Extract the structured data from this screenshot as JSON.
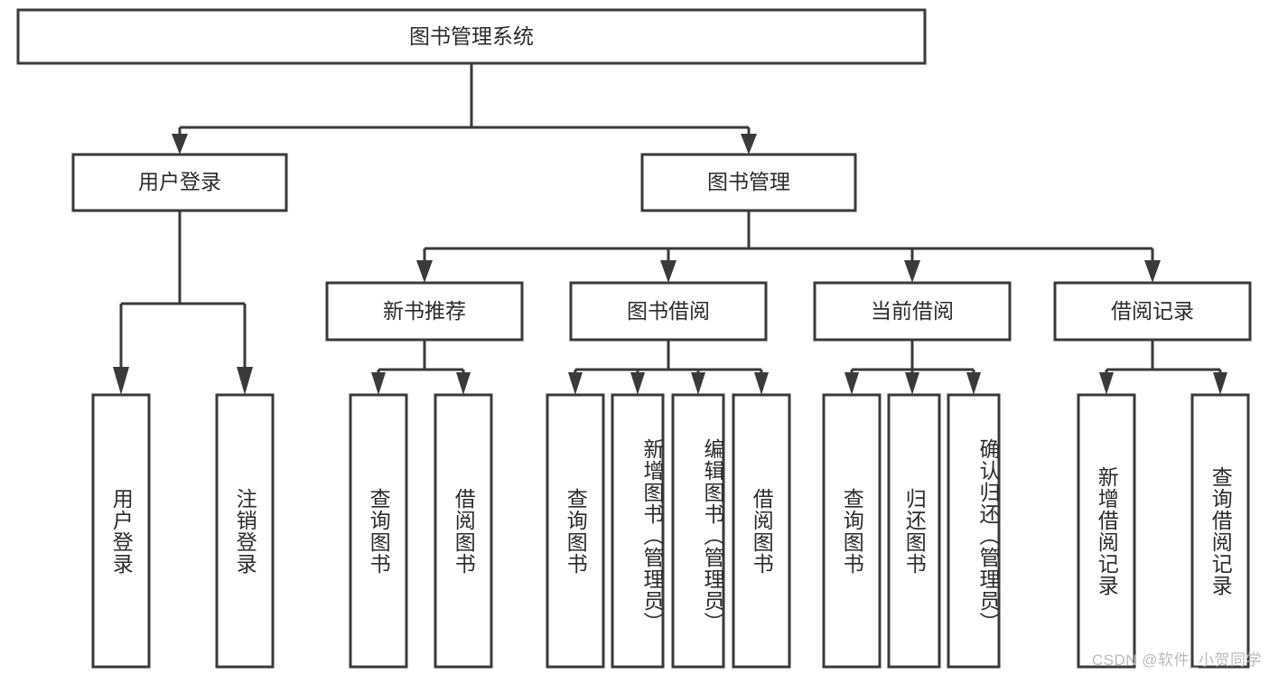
{
  "diagram": {
    "type": "tree-hierarchy",
    "title": "图书管理系统",
    "watermark": "CSDN @软件_小贺同学",
    "colors": {
      "stroke": "#3a3a3a",
      "fill": "#ffffff",
      "text": "#2b2b2b",
      "watermark": "#b9b9b9",
      "background": "#ffffff"
    },
    "levels": {
      "root": {
        "label": "图书管理系统"
      },
      "level2": [
        {
          "id": "user-login",
          "label": "用户登录"
        },
        {
          "id": "book-management",
          "label": "图书管理"
        }
      ],
      "level3": [
        {
          "id": "new-book-recommend",
          "label": "新书推荐",
          "parent": "book-management"
        },
        {
          "id": "book-borrow",
          "label": "图书借阅",
          "parent": "book-management"
        },
        {
          "id": "current-borrow",
          "label": "当前借阅",
          "parent": "book-management"
        },
        {
          "id": "borrow-record",
          "label": "借阅记录",
          "parent": "book-management"
        }
      ],
      "leaves": [
        {
          "id": "leaf-user-login",
          "label": "用户登录",
          "parent": "user-login"
        },
        {
          "id": "leaf-logout-login",
          "label": "注销登录",
          "parent": "user-login"
        },
        {
          "id": "leaf-query-book-1",
          "label": "查询图书",
          "parent": "new-book-recommend"
        },
        {
          "id": "leaf-borrow-book-1",
          "label": "借阅图书",
          "parent": "new-book-recommend"
        },
        {
          "id": "leaf-query-book-2",
          "label": "查询图书",
          "parent": "book-borrow"
        },
        {
          "id": "leaf-add-book",
          "label": "新增图书（管理员）",
          "parent": "book-borrow"
        },
        {
          "id": "leaf-edit-book",
          "label": "编辑图书（管理员）",
          "parent": "book-borrow"
        },
        {
          "id": "leaf-borrow-book-2",
          "label": "借阅图书",
          "parent": "book-borrow"
        },
        {
          "id": "leaf-query-book-3",
          "label": "查询图书",
          "parent": "current-borrow"
        },
        {
          "id": "leaf-return-book",
          "label": "归还图书",
          "parent": "current-borrow"
        },
        {
          "id": "leaf-confirm-return",
          "label": "确认归还（管理员）",
          "parent": "current-borrow"
        },
        {
          "id": "leaf-add-record",
          "label": "新增借阅记录",
          "parent": "borrow-record"
        },
        {
          "id": "leaf-query-record",
          "label": "查询借阅记录",
          "parent": "borrow-record"
        }
      ]
    }
  }
}
